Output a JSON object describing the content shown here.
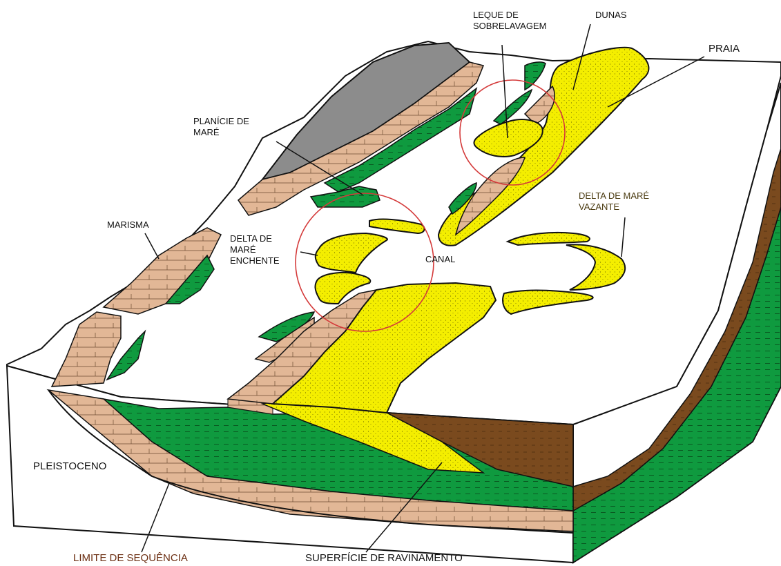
{
  "labels": {
    "leque": [
      "LEQUE DE",
      "SOBRELAVAGEM"
    ],
    "dunas": "DUNAS",
    "praia": "PRAIA",
    "planicie": [
      "PLANÍCIE DE",
      "MARÉ"
    ],
    "delta_vazante": [
      "DELTA DE MARÉ",
      "VAZANTE"
    ],
    "marisma": "MARISMA",
    "delta_enchente": [
      "DELTA DE",
      "MARÉ",
      "ENCHENTE"
    ],
    "canal": "CANAL",
    "pleistoceno": "PLEISTOCENO",
    "limite": "LIMITE DE SEQUÊNCIA",
    "superficie": "SUPERFÍCIE DE RAVINAMENTO"
  },
  "colors": {
    "sand_yellow": "#f4ee00",
    "marsh_green": "#0f9a3f",
    "tan": "#e2b796",
    "gray": "#8c8c8c",
    "brown": "#7a4a1e",
    "highlight_circle": "#d43a3a",
    "outline": "#111111"
  }
}
